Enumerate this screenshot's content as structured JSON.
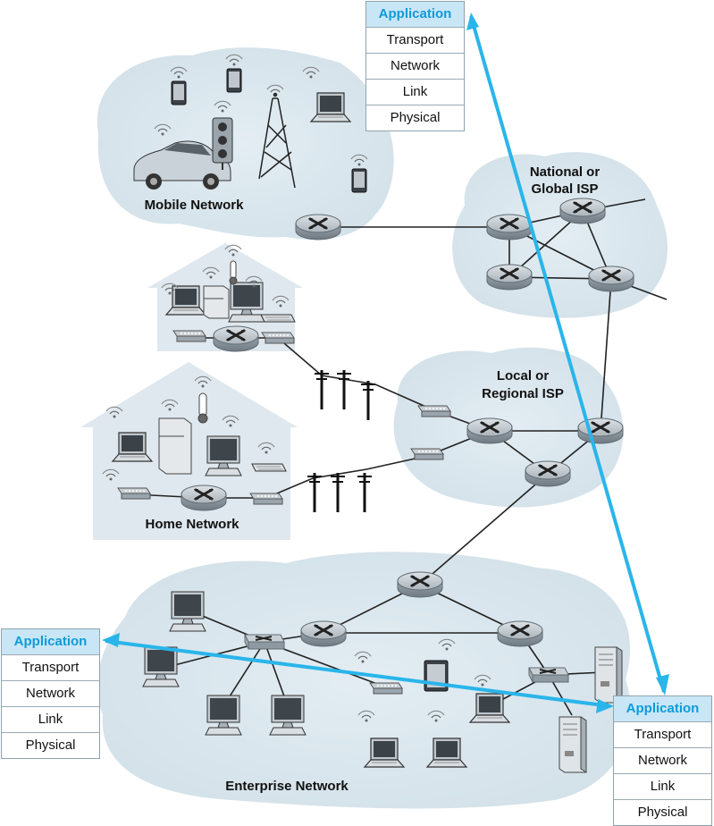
{
  "regions": {
    "mobile": "Mobile Network",
    "global_isp": [
      "National or",
      "Global ISP"
    ],
    "regional_isp": [
      "Local or",
      "Regional ISP"
    ],
    "home": "Home Network",
    "enterprise": "Enterprise Network"
  },
  "protocol_stack": [
    "Application",
    "Transport",
    "Network",
    "Link",
    "Physical"
  ],
  "colors": {
    "cloud": "#dbe7ee",
    "house": "#e1eaef",
    "router_top": "#c5ccd2",
    "router_side": "#9aa5ad",
    "arrow": "#29b5ea",
    "application_fill": "#c9e6f6",
    "application_text": "#0e9bd8"
  },
  "icons": [
    "router-icon",
    "switch-icon",
    "laptop-icon",
    "smartphone-icon",
    "tablet-icon",
    "car-icon",
    "traffic-light-icon",
    "cell-tower-icon",
    "refrigerator-icon",
    "thermometer-icon",
    "monitor-icon",
    "keyboard-icon",
    "modem-icon",
    "server-icon",
    "utility-pole-icon"
  ]
}
